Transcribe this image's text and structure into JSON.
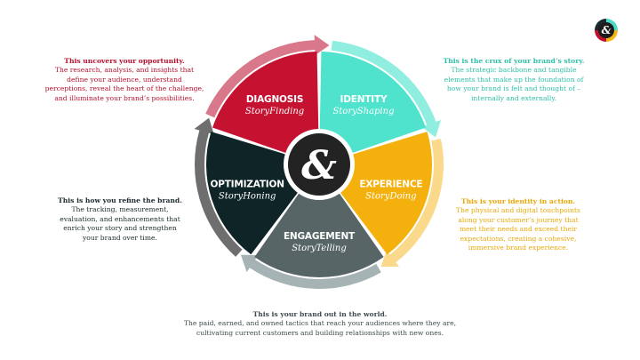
{
  "logo": {
    "glyph": "&"
  },
  "segments": [
    {
      "title": "DIAGNOSIS",
      "subtitle": "StoryFinding",
      "color": "#c41230",
      "arrow_color": "#d9788a"
    },
    {
      "title": "IDENTITY",
      "subtitle": "StoryShaping",
      "color": "#4fe3cd",
      "arrow_color": "#8feee0"
    },
    {
      "title": "EXPERIENCE",
      "subtitle": "StoryDoing",
      "color": "#f4b10d",
      "arrow_color": "#fbd98a"
    },
    {
      "title": "ENGAGEMENT",
      "subtitle": "StoryTelling",
      "color": "#576566",
      "arrow_color": "#a6b3b4"
    },
    {
      "title": "OPTIMIZATION",
      "subtitle": "StoryHoning",
      "color": "#0e2427",
      "arrow_color": "#6e6e6e"
    }
  ],
  "center": {
    "glyph": "&"
  },
  "descriptions": {
    "diagnosis": {
      "heading": "This uncovers your opportunity.",
      "body": "The research, analysis, and insights that\ndefine your audience, understand\nperceptions, reveal the heart of the challenge,\nand  illuminate your brand’s possibilities.",
      "color": "#b5122f"
    },
    "identity": {
      "heading": "This is the crux of your brand’s story.",
      "body": "The strategic backbone and tangible\nelements that make up the foundation of\nhow your brand is felt and thought of –\ninternally and externally.",
      "color": "#2fbfa8"
    },
    "experience": {
      "heading": "This is your identity in action.",
      "body": "The physical and digital touchpoints\nalong your customer’s journey that\nmeet their needs and exceed their\nexpectations, creating a cohesive,\nimmersive brand experience.",
      "color": "#e8a80c"
    },
    "optimization": {
      "heading": "This is how you refine the brand.",
      "body": "The tracking, measurement,\nevaluation, and enhancements that\nenrich your story and strengthen\nyour brand over time.",
      "color": "#1c2a2c"
    },
    "engagement": {
      "heading": "This is your brand out in the world.",
      "body": "The paid, earned, and owned tactics that reach your audiences where they are,\ncultivating current customers and building relationships with new ones.",
      "color": "#3e4b4d"
    }
  }
}
